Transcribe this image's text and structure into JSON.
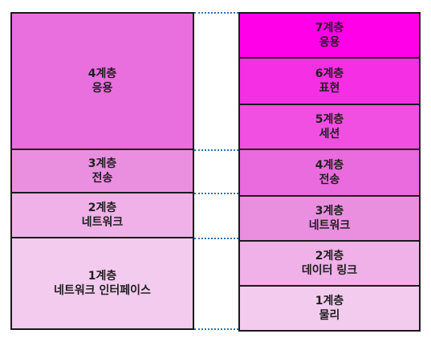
{
  "left_column": {
    "layers": [
      {
        "num": "4계층",
        "name": "응용",
        "color": "#e86fdd"
      },
      {
        "num": "3계층",
        "name": "전송",
        "color": "#ea8fe0"
      },
      {
        "num": "2계층",
        "name": "네트워크",
        "color": "#efb1e8"
      },
      {
        "num": "1계층",
        "name": "네트워크 인터페이스",
        "color": "#f2cbee"
      }
    ]
  },
  "right_column": {
    "layers": [
      {
        "num": "7계층",
        "name": "응용",
        "color": "#ff00e8"
      },
      {
        "num": "6계층",
        "name": "표현",
        "color": "#f52fe4"
      },
      {
        "num": "5계층",
        "name": "세션",
        "color": "#f14fe2"
      },
      {
        "num": "4계층",
        "name": "전송",
        "color": "#ea6bde"
      },
      {
        "num": "3계층",
        "name": "네트워크",
        "color": "#ea8fe0"
      },
      {
        "num": "2계층",
        "name": "데이터 링크",
        "color": "#efb1e8"
      },
      {
        "num": "1계층",
        "name": "물리",
        "color": "#f2cbee"
      }
    ]
  },
  "connector_color": "#2e75b6"
}
